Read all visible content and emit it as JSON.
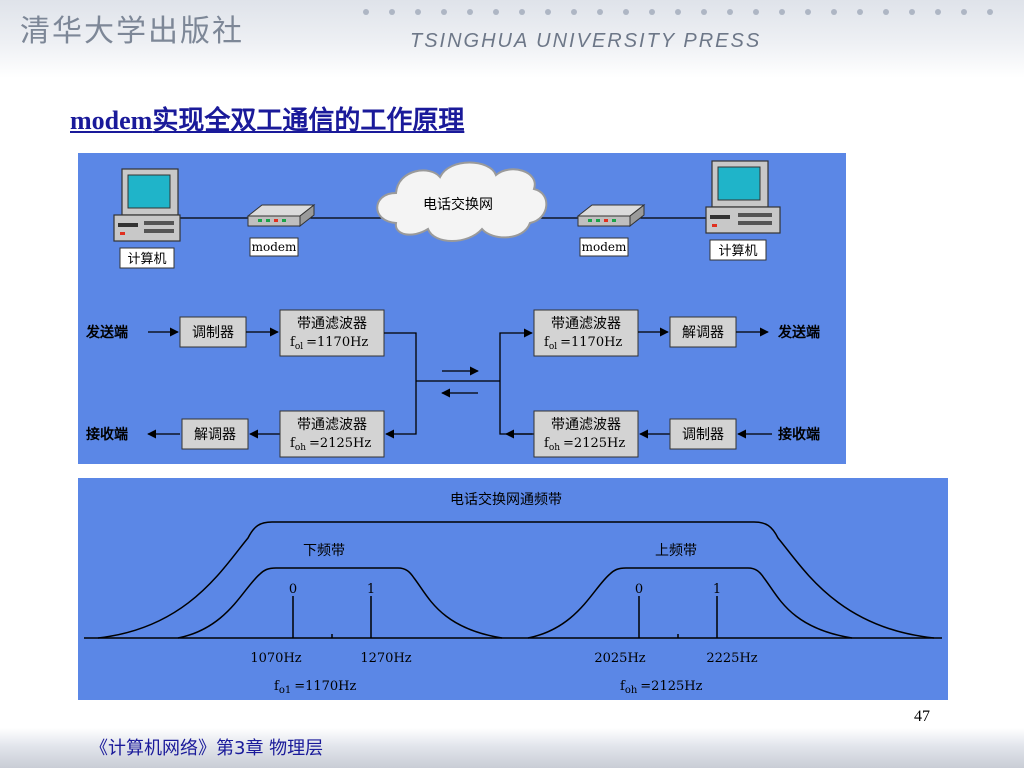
{
  "header": {
    "publisher_cn": "清华大学出版社",
    "publisher_en": "TSINGHUA UNIVERSITY PRESS"
  },
  "slide": {
    "title_prefix": "modem",
    "title_rest": "实现全双工通信的工作原理",
    "page_number": "47",
    "footer": "《计算机网络》第3章  物理层"
  },
  "network": {
    "computer_left": "计算机",
    "computer_right": "计算机",
    "modem_left": "modem",
    "modem_right": "modem",
    "cloud": "电话交换网"
  },
  "signal_flow": {
    "left": {
      "send_label": "发送端",
      "receive_label": "接收端",
      "modulator": "调制器",
      "demodulator": "解调器",
      "filter_low": {
        "name": "带通滤波器",
        "freq_symbol": "f",
        "freq_sub": "ol",
        "freq_value": "=1170Hz"
      },
      "filter_high": {
        "name": "带通滤波器",
        "freq_symbol": "f",
        "freq_sub": "oh",
        "freq_value": "=2125Hz"
      }
    },
    "right": {
      "send_label": "发送端",
      "receive_label": "接收端",
      "modulator": "调制器",
      "demodulator": "解调器",
      "filter_low": {
        "name": "带通滤波器",
        "freq_symbol": "f",
        "freq_sub": "ol",
        "freq_value": "=1170Hz"
      },
      "filter_high": {
        "name": "带通滤波器",
        "freq_symbol": "f",
        "freq_sub": "oh",
        "freq_value": "=2125Hz"
      }
    }
  },
  "spectrum": {
    "passband_label": "电话交换网通频带",
    "low_band": {
      "label": "下频带",
      "bit0": "0",
      "bit1": "1",
      "freq0": "1070Hz",
      "freq1": "1270Hz",
      "center_symbol": "f",
      "center_sub": "o1",
      "center_value": "=1170Hz"
    },
    "high_band": {
      "label": "上频带",
      "bit0": "0",
      "bit1": "1",
      "freq0": "2025Hz",
      "freq1": "2225Hz",
      "center_symbol": "f",
      "center_sub": "oh",
      "center_value": "=2125Hz"
    }
  },
  "colors": {
    "panel_bg": "#5b87e6",
    "box_fill": "#d3d3d3",
    "title": "#1a1a9a"
  }
}
